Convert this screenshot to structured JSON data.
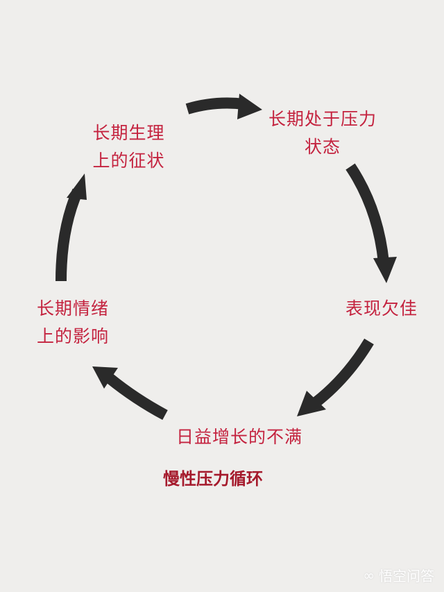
{
  "diagram": {
    "title": "慢性压力循环",
    "nodes": [
      {
        "id": "n1",
        "lines": [
          "长期处于压力",
          "状态"
        ]
      },
      {
        "id": "n2",
        "lines": [
          "表现欠佳"
        ]
      },
      {
        "id": "n3",
        "lines": [
          "日益增长的不满"
        ]
      },
      {
        "id": "n4",
        "lines": [
          "长期情绪",
          "上的影响"
        ]
      },
      {
        "id": "n5",
        "lines": [
          "长期生理",
          "上的征状"
        ]
      }
    ],
    "edges": [
      [
        "n5",
        "n1"
      ],
      [
        "n1",
        "n2"
      ],
      [
        "n2",
        "n3"
      ],
      [
        "n3",
        "n4"
      ],
      [
        "n4",
        "n5"
      ]
    ]
  },
  "watermark": {
    "text": "悟空问答"
  },
  "colors": {
    "label": "#c4233f",
    "arrow": "#2a2a2a",
    "background": "#efeeec"
  }
}
